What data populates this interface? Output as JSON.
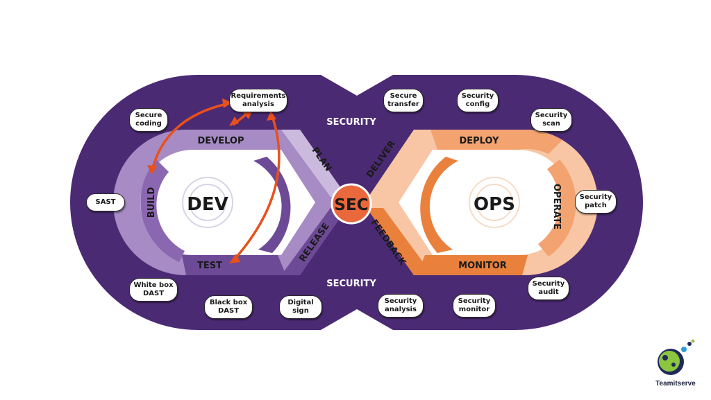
{
  "security_top": "SECURITY",
  "security_bottom": "SECURITY",
  "center": "SEC",
  "dev": {
    "title": "DEV",
    "stages": {
      "develop": "DEVELOP",
      "plan": "PLAN",
      "build": "BUILD",
      "test": "TEST",
      "release": "RELEASE"
    }
  },
  "ops": {
    "title": "OPS",
    "stages": {
      "deliver": "DELIVER",
      "deploy": "DEPLOY",
      "operate": "OPERATE",
      "monitor": "MONITOR",
      "feedback": "FEEDBACK"
    }
  },
  "pills": {
    "requirements": "Requirements\nanalysis",
    "secure_coding": "Secure\ncoding",
    "sast": "SAST",
    "white_box": "White box\nDAST",
    "black_box": "Black box\nDAST",
    "digital_sign": "Digital\nsign",
    "secure_transfer": "Secure\ntransfer",
    "security_config": "Security\nconfig",
    "security_scan": "Security\nscan",
    "security_patch": "Security\npatch",
    "security_audit": "Security\naudit",
    "security_monitor": "Security\nmonitor",
    "security_analysis": "Security\nanalysis"
  },
  "logo": {
    "name": "Teamitserve"
  },
  "colors": {
    "outer_band": "#4b2a74",
    "dev_light": "#a78bc4",
    "dev_mid": "#8a67b0",
    "dev_dark": "#6d4a96",
    "ops_light": "#f8c6a4",
    "ops_mid": "#f2a370",
    "ops_dark": "#e9803c",
    "accent_arrow": "#e8511b",
    "sec_circle": "#e9683c"
  }
}
